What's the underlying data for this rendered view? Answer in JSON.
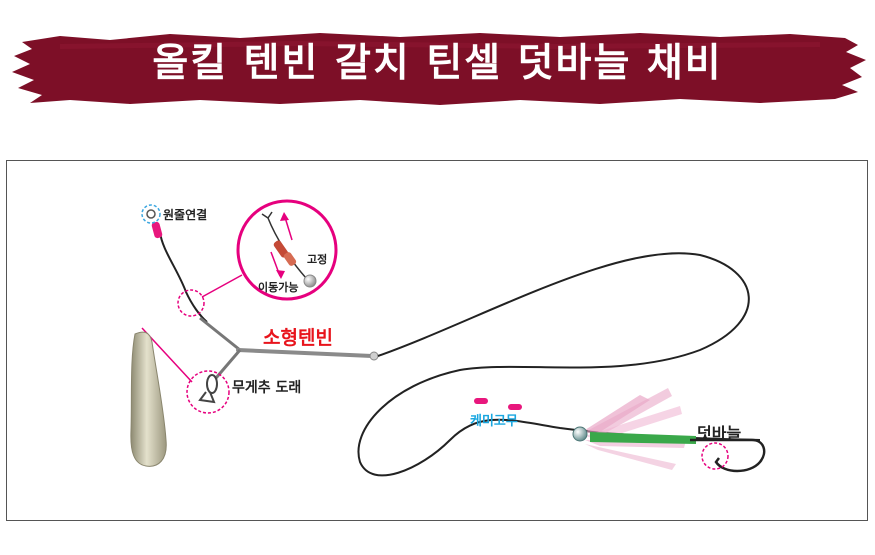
{
  "title": "올킬 텐빈 갈치 틴셀 덧바늘 채비",
  "labels": {
    "main_line": "원줄연결",
    "fixed": "고정",
    "movable": "이동가능",
    "tenbin": "소형텐빈",
    "sinker_swivel": "무게추 도래",
    "cap_rubber": "케미고무",
    "trailer_hook": "덧바늘"
  },
  "colors": {
    "banner": "#7d0f27",
    "tenbin_label": "#e8141c",
    "cap_label": "#1aa7e0",
    "callout": "#e6007e",
    "tinsel_green": "#3aa84a",
    "tinsel_pink": "#e9a8c8"
  }
}
